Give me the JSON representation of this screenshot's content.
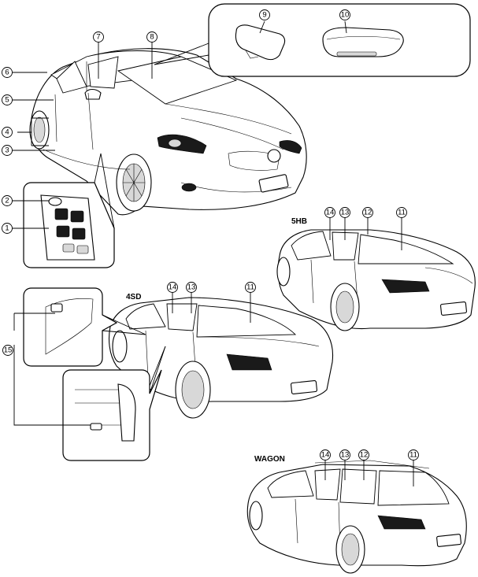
{
  "variants": {
    "sedan4": "4SD",
    "hatch5": "5HB",
    "wagon": "WAGON"
  },
  "callouts": {
    "c1": "1",
    "c2": "2",
    "c3": "3",
    "c4": "4",
    "c5": "5",
    "c6": "6",
    "c7": "7",
    "c8": "8",
    "c9": "9",
    "c10": "10",
    "c11": "11",
    "c12": "12",
    "c13": "13",
    "c14": "14",
    "c15": "15"
  }
}
